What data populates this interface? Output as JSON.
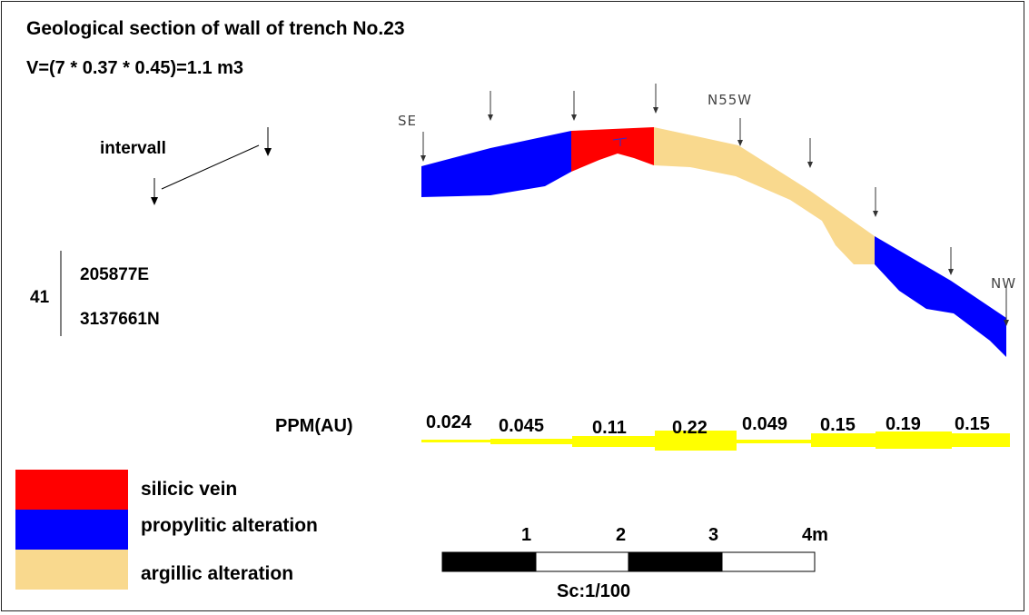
{
  "title": "Geological section of wall of trench No.23",
  "volume": "V=(7 * 0.37 * 0.45)=1.1 m3",
  "interval_label": "intervall",
  "coordinates": {
    "zone": "41",
    "easting": "205877E",
    "northing": "3137661N"
  },
  "orientation": {
    "left": "SE",
    "middle": "N55W",
    "right": "NW"
  },
  "ppm": {
    "label": "PPM(AU)",
    "values": [
      "0.024",
      "0.045",
      "0.11",
      "0.22",
      "0.049",
      "0.15",
      "0.19",
      "0.15"
    ]
  },
  "legend": [
    {
      "label": "silicic vein",
      "color": "#ff0000"
    },
    {
      "label": "propylitic alteration",
      "color": "#0000ff"
    },
    {
      "label": "argillic alteration",
      "color": "#f9d98e"
    }
  ],
  "scale": {
    "ticks": [
      "1",
      "2",
      "3",
      "4m"
    ],
    "caption": "Sc:1/100"
  },
  "colors": {
    "highlight": "#ffff00"
  }
}
